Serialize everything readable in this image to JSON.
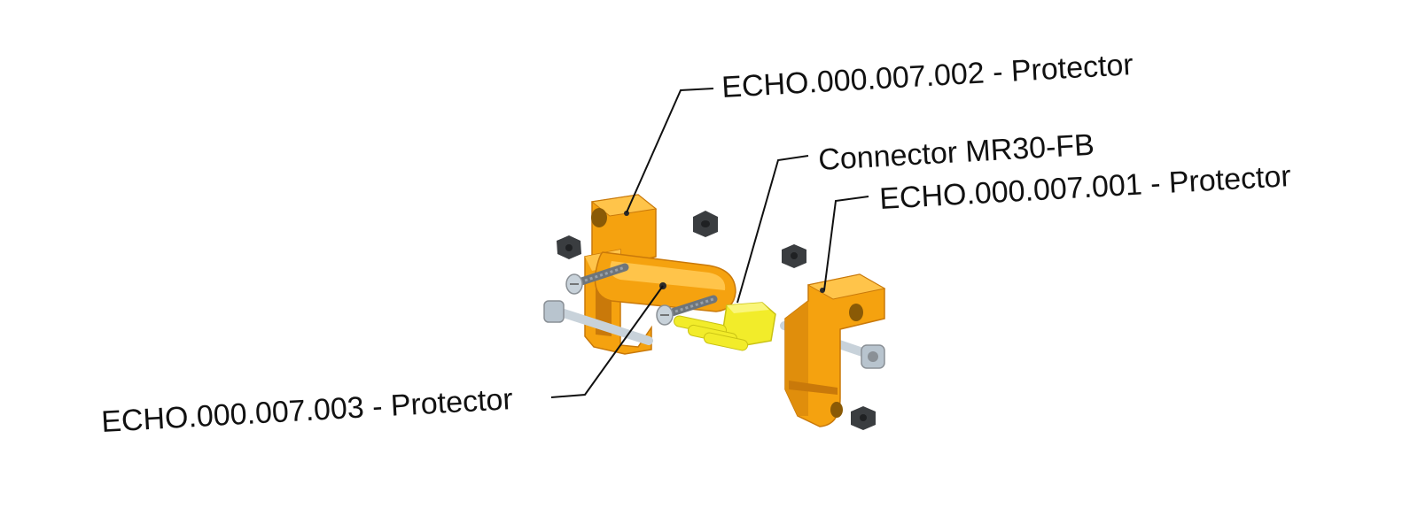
{
  "callouts": [
    {
      "id": "protector-002",
      "label": "ECHO.000.007.002 - Protector"
    },
    {
      "id": "connector",
      "label": "Connector MR30-FB"
    },
    {
      "id": "protector-001",
      "label": "ECHO.000.007.001 - Protector"
    },
    {
      "id": "protector-003",
      "label": "ECHO.000.007.003 - Protector"
    }
  ],
  "colors": {
    "part_orange": "#F5A20F",
    "part_orange_dark": "#C9790A",
    "part_orange_light": "#FFC44A",
    "connector_yellow": "#F2EC2A",
    "connector_yellow_dark": "#C9C214",
    "screw_gray": "#8A9096",
    "screw_light": "#C8D2DA",
    "nut_dark": "#3A3D40",
    "line_black": "#111111"
  }
}
